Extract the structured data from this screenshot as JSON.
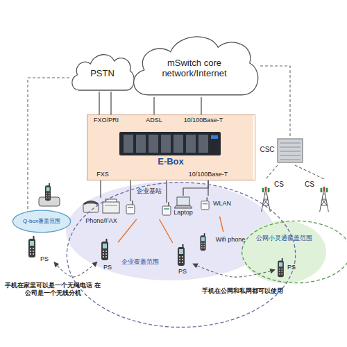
{
  "diagram": {
    "nodes": [
      {
        "text": [
          "PSTN"
        ]
      },
      {
        "text": [
          "mSwitch core network/Internet"
        ]
      },
      {
        "text": [
          "E-Box"
        ]
      },
      {
        "text": [
          "CSC"
        ]
      },
      {
        "text": [
          "CS"
        ]
      },
      {
        "text": [
          "CS"
        ]
      },
      {
        "text": [
          "Q-box覆盖范围"
        ]
      },
      {
        "text": [
          "PS"
        ]
      },
      {
        "text": [
          "企业覆盖范围"
        ]
      },
      {
        "text": [
          "Phone/FAX"
        ],
        "in": 8
      },
      {
        "text": [
          "企业基站"
        ],
        "in": 8
      },
      {
        "text": [
          "Laptop"
        ],
        "in": 8
      },
      {
        "text": [
          "WLAN"
        ],
        "in": 8
      },
      {
        "text": [
          "Wifi phone"
        ],
        "in": 8
      },
      {
        "text": [
          "PS"
        ],
        "in": 8
      },
      {
        "text": [
          "PS"
        ],
        "in": 8
      },
      {
        "text": [
          "公网小灵通覆盖范围"
        ]
      },
      {
        "text": [
          "PS"
        ],
        "in": 16
      }
    ],
    "edges": [
      {
        "from": 0,
        "to": 2,
        "arrow": "none"
      },
      {
        "from": 0,
        "to": 2,
        "arrow": "none"
      },
      {
        "from": 1,
        "to": 2,
        "arrow": "none"
      },
      {
        "from": 1,
        "to": 2,
        "arrow": "none"
      },
      {
        "from": 1,
        "to": 3,
        "arrow": "none"
      },
      {
        "from": 3,
        "to": 4,
        "arrow": "none"
      },
      {
        "from": 3,
        "to": 5,
        "arrow": "none"
      },
      {
        "from": 0,
        "to": 6,
        "arrow": "none"
      },
      {
        "from": 2,
        "to": 9,
        "arrow": "none"
      },
      {
        "from": 2,
        "to": 10,
        "arrow": "none"
      },
      {
        "from": 2,
        "to": 10,
        "arrow": "none"
      },
      {
        "from": 2,
        "to": 11,
        "arrow": "none"
      },
      {
        "from": 2,
        "to": 12,
        "arrow": "none"
      },
      {
        "from": 12,
        "to": 13,
        "arrow": "none"
      },
      {
        "from": 10,
        "to": 14,
        "arrow": "none"
      },
      {
        "from": 10,
        "to": 15,
        "arrow": "none"
      },
      {
        "from": 7,
        "to": 14,
        "arrow": "both"
      },
      {
        "from": 15,
        "to": 17,
        "arrow": "both"
      }
    ],
    "labels": [
      "FXO/PRI",
      "ADSL",
      "10/100Base-T",
      "FXS",
      "10/100Base-T",
      "手机在家里可以是一个无绳电话 在公司是一个无线分机",
      "手机在公网和私网都可以使用"
    ]
  }
}
